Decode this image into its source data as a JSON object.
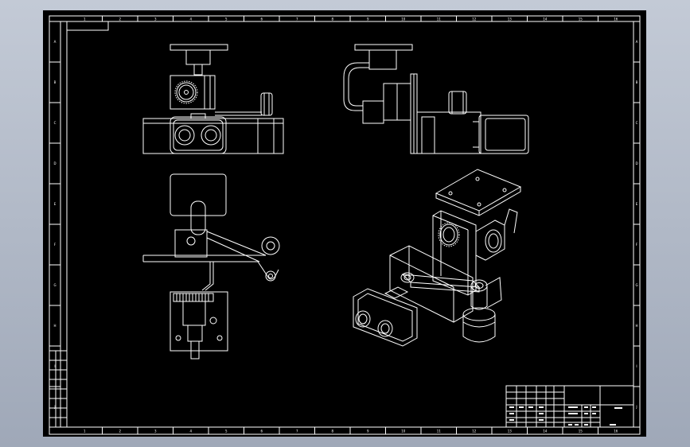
{
  "drawing": {
    "corner_label": "",
    "top_ticks": [
      "1",
      "2",
      "3",
      "4",
      "5",
      "6",
      "7",
      "8",
      "9",
      "10",
      "11",
      "12",
      "13",
      "14",
      "15",
      "16"
    ],
    "side_ticks": [
      "A",
      "B",
      "C",
      "D",
      "E",
      "F",
      "G",
      "H",
      "I",
      "J"
    ],
    "views": [
      "front-view",
      "side-view",
      "top-view",
      "isometric-view"
    ]
  },
  "title_block": {
    "drawing_name": "",
    "material": "",
    "scale": ""
  },
  "colors": {
    "background": "#000000",
    "line": "#ffffff",
    "window_frame": "#aeb6c4"
  }
}
